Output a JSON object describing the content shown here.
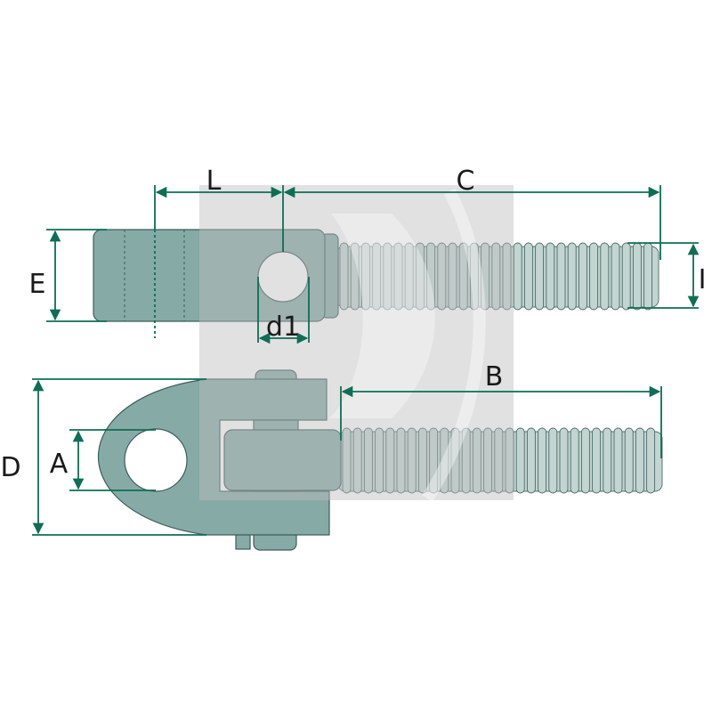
{
  "title": "Clevis with threaded shank – dimension drawing",
  "labels": {
    "L": "L",
    "C": "C",
    "E": "E",
    "d1": "d1",
    "I": "I",
    "B": "B",
    "D": "D",
    "A": "A"
  },
  "colors": {
    "part": "#86aaa6",
    "thread": "#c3d5d1",
    "dimension": "#0e6e55",
    "watermark": "#bdbdbd"
  }
}
